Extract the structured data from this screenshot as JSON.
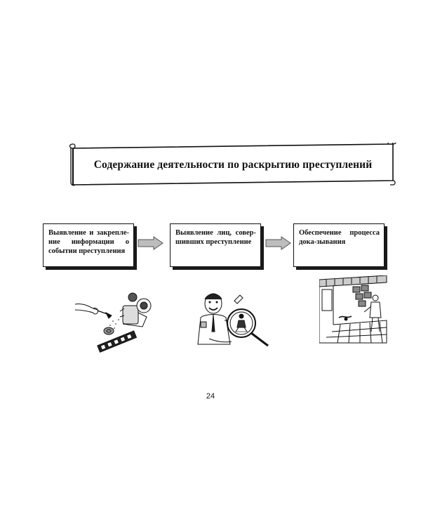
{
  "title": "Содержание деятельности по раскрытию преступлений",
  "steps": [
    {
      "label": "Выявление и закрепле-ние информации о событии преступления"
    },
    {
      "label": "Выявление лиц, совер-шивших преступление"
    },
    {
      "label": "Обеспечение процесса дока-зывания"
    }
  ],
  "page_number": "24",
  "colors": {
    "ink": "#111111",
    "arrow_fill": "#bdbdbd",
    "background": "#ffffff"
  },
  "icons": {
    "step1": "fingerprint-evidence-illustration",
    "step2": "detective-magnifier-illustration",
    "step3": "crime-scene-room-illustration"
  }
}
